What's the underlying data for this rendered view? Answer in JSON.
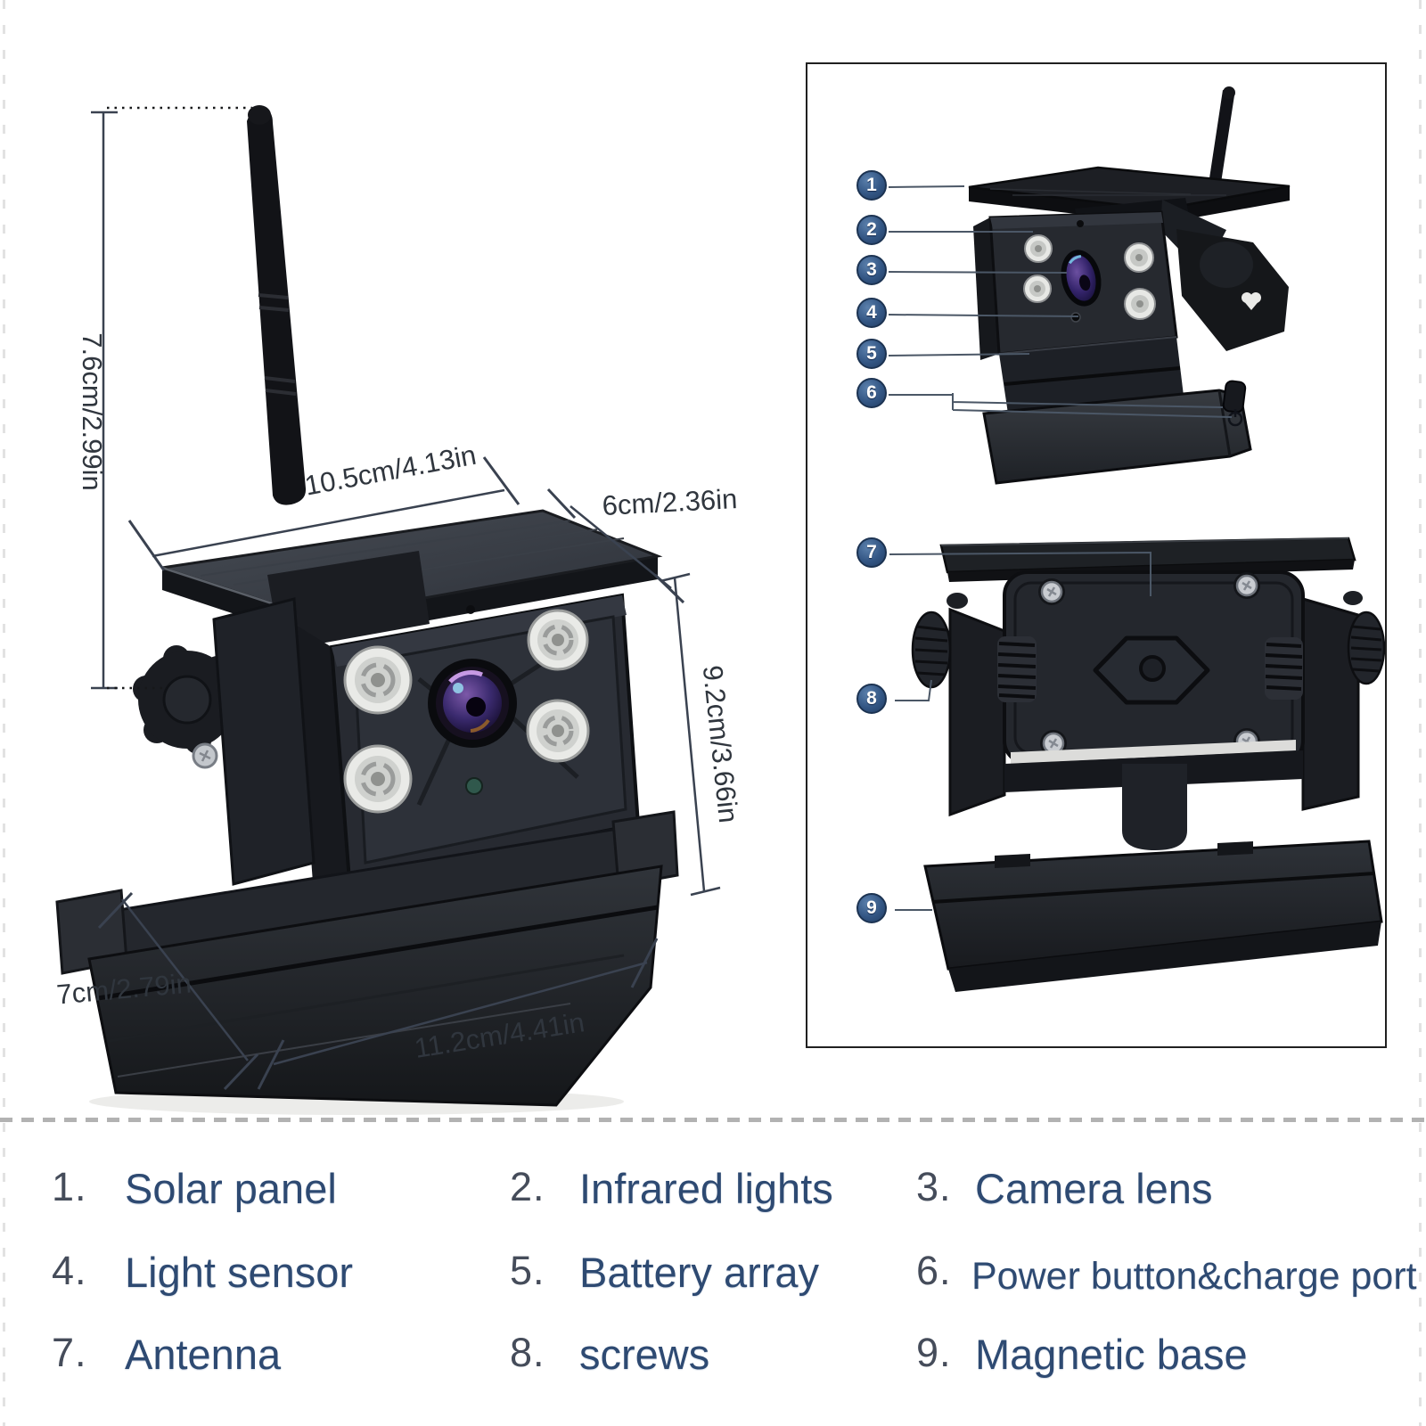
{
  "dimensions": {
    "antenna_height": "7.6cm/2.99in",
    "panel_width": "10.5cm/4.13in",
    "panel_depth": "6cm/2.36in",
    "body_height": "9.2cm/3.66in",
    "base_depth": "7cm/2.79in",
    "base_width": "11.2cm/4.41in"
  },
  "callouts": [
    {
      "num": "1",
      "dot": "1.",
      "label": "Solar panel"
    },
    {
      "num": "2",
      "dot": "2.",
      "label": "Infrared lights"
    },
    {
      "num": "3",
      "dot": "3.",
      "label": "Camera lens"
    },
    {
      "num": "4",
      "dot": "4.",
      "label": "Light sensor"
    },
    {
      "num": "5",
      "dot": "5.",
      "label": "Battery array"
    },
    {
      "num": "6",
      "dot": "6.",
      "label": "Power button&charge port"
    },
    {
      "num": "7",
      "dot": "7.",
      "label": "Antenna"
    },
    {
      "num": "8",
      "dot": "8.",
      "label": "screws"
    },
    {
      "num": "9",
      "dot": "9.",
      "label": "Magnetic base"
    }
  ],
  "colors": {
    "callout_blue": "#335684",
    "legend_label": "#2e4a72",
    "legend_number": "#454c5a",
    "dimension_text": "#30363e",
    "dimension_line": "#3a4250",
    "divider": "#b2b2b2",
    "box_border": "#202020"
  }
}
